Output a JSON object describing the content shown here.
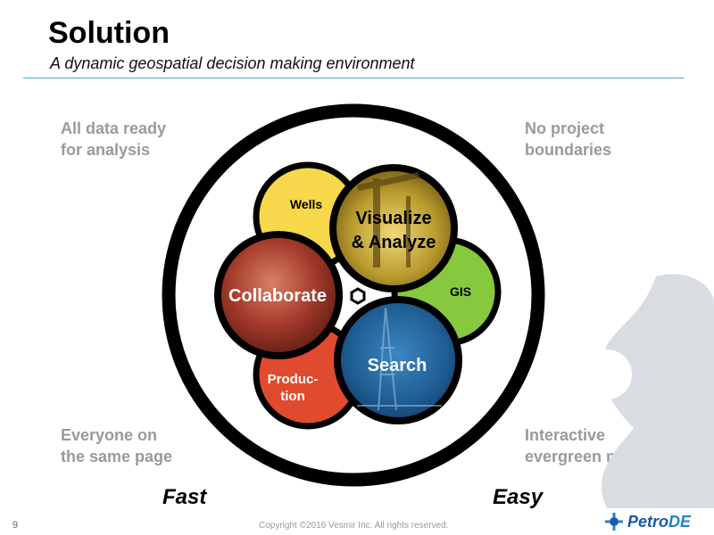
{
  "slide": {
    "title": "Solution",
    "subtitle": "A dynamic geospatial decision making environment",
    "page_number": "9",
    "copyright": "Copyright ©2016 Vesmir Inc. All rights reserved."
  },
  "corners": {
    "top_left": "All data ready\nfor analysis",
    "top_right": "No project\nboundaries",
    "bottom_left": "Everyone on\nthe same page",
    "bottom_right": "Interactive\nevergreen maps"
  },
  "footer_words": {
    "fast": "Fast",
    "easy": "Easy"
  },
  "diagram": {
    "small_circles": {
      "wells": "Wells",
      "gis": "GIS",
      "production_line1": "Produc-",
      "production_line2": "tion"
    },
    "large_circles": {
      "visualize_line1": "Visualize",
      "visualize_line2": "& Analyze",
      "collaborate": "Collaborate",
      "search": "Search"
    }
  },
  "logo": {
    "part1": "Petro",
    "part2": "DE",
    "icon": "petrode-logo-icon"
  },
  "colors": {
    "wells": "#f7d84a",
    "gis": "#86c93f",
    "production": "#e04a2e",
    "visualize": "#b79a2e",
    "collaborate": "#a83a2c",
    "search": "#1f5e94",
    "ring": "#000000",
    "accent_line": "#4aa3d6"
  }
}
